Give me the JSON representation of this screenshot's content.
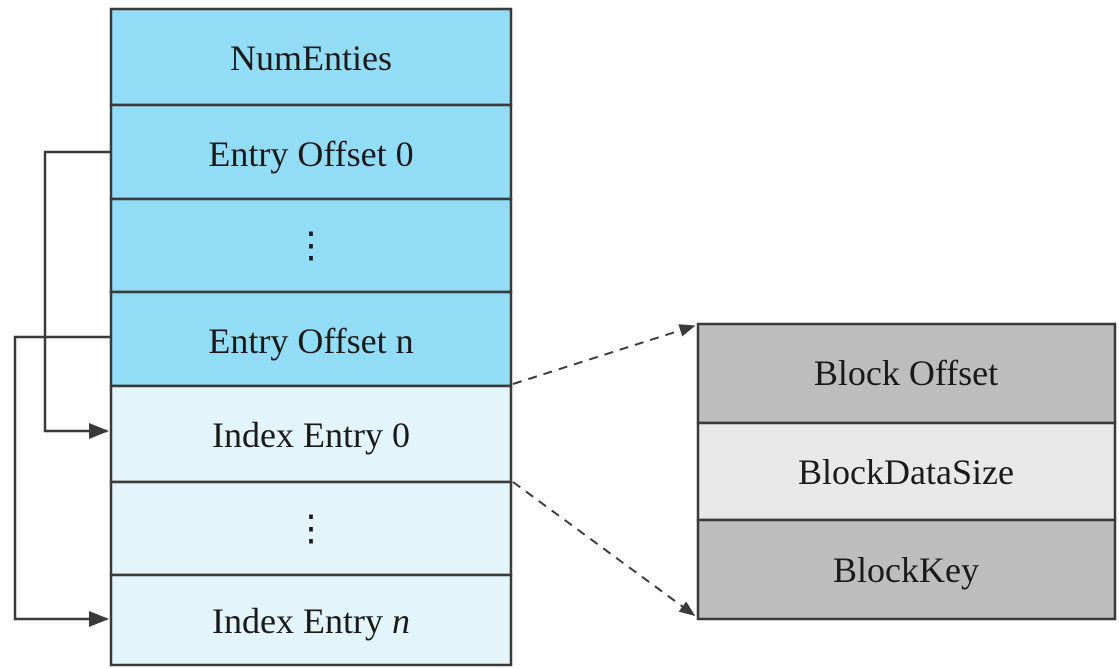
{
  "index_block": {
    "header_rows": [
      {
        "label": "NumEnties"
      },
      {
        "label": "Entry Offset 0"
      },
      {
        "label": "⋮"
      },
      {
        "label": "Entry Offset n"
      }
    ],
    "entry_rows": [
      {
        "label": "Index Entry 0"
      },
      {
        "label": "⋮"
      },
      {
        "label": "Index Entry ",
        "suffix": "n"
      }
    ]
  },
  "entry_detail": {
    "rows": [
      {
        "label": "Block Offset"
      },
      {
        "label": "BlockDataSize"
      },
      {
        "label": "BlockKey"
      }
    ]
  },
  "colors": {
    "header_fill": "#93dcf5",
    "entry_fill": "#e3f4fb",
    "dark_gray_fill": "#bdbdbd",
    "light_gray_fill": "#e8e8e8",
    "stroke": "#3a3a3a"
  }
}
